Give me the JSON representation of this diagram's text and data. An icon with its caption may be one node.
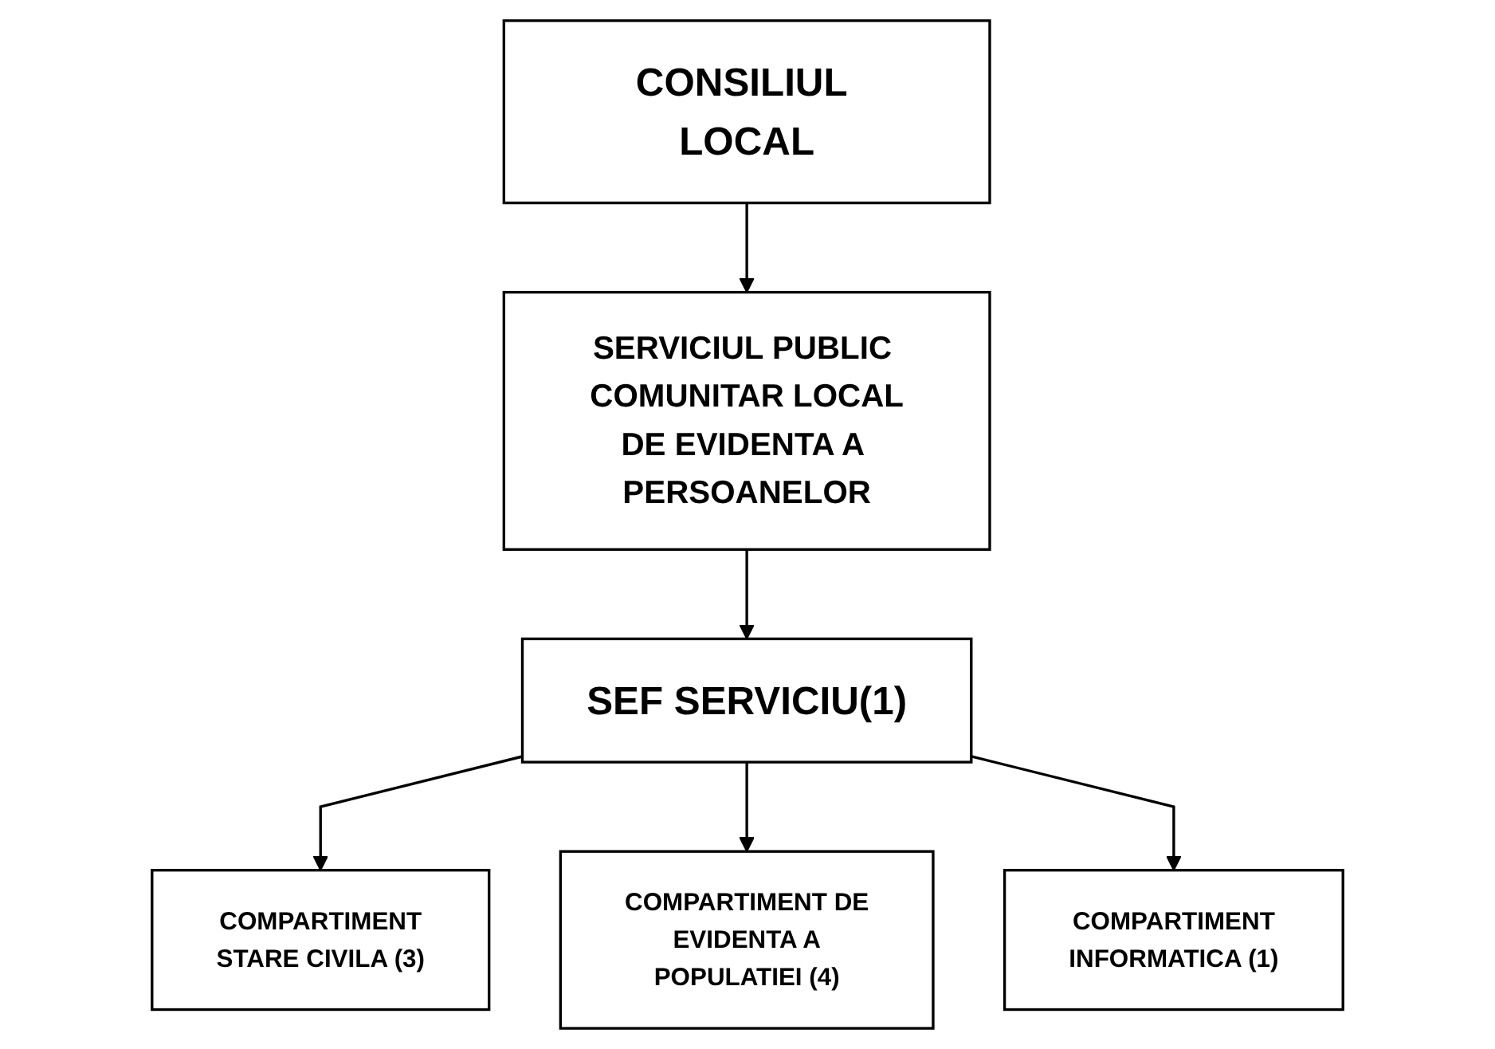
{
  "diagram": {
    "nodes": [
      {
        "text": [
          "CONSILIUL LOCAL"
        ]
      },
      {
        "text": [
          "SERVICIUL PUBLIC COMUNITAR LOCAL DE EVIDENTA A PERSOANELOR"
        ]
      },
      {
        "text": [
          "SEF SERVICIU(1)"
        ]
      },
      {
        "text": [
          "COMPARTIMENT STARE CIVILA (3)"
        ]
      },
      {
        "text": [
          "COMPARTIMENT DE EVIDENTA A POPULATIEI (4)"
        ]
      },
      {
        "text": [
          "COMPARTIMENT INFORMATICA (1)"
        ]
      }
    ],
    "edges": [
      {
        "from": 0,
        "to": 1,
        "arrow": "to"
      },
      {
        "from": 1,
        "to": 2,
        "arrow": "to"
      },
      {
        "from": 2,
        "to": 3,
        "arrow": "to"
      },
      {
        "from": 2,
        "to": 4,
        "arrow": "to"
      },
      {
        "from": 2,
        "to": 5,
        "arrow": "to"
      }
    ]
  }
}
